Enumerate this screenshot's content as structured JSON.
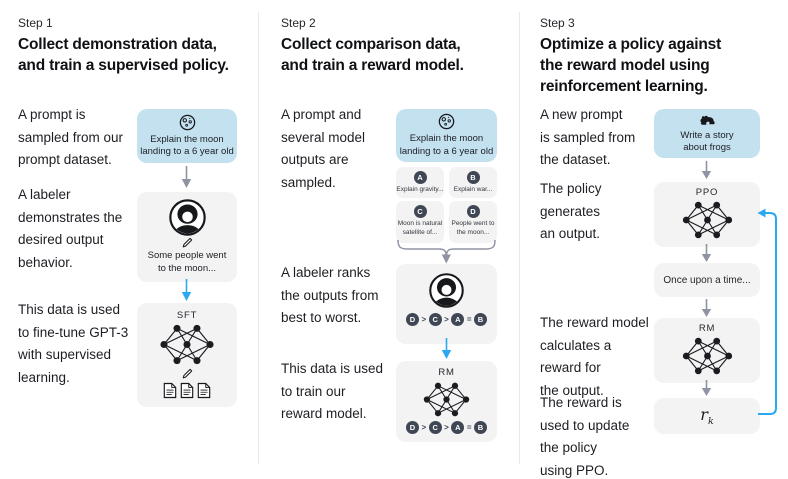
{
  "step1": {
    "label": "Step 1",
    "heading": "Collect demonstration data,\nand train a supervised policy.",
    "p1": "A prompt is\nsampled from our\nprompt dataset.",
    "p2": "A labeler\ndemonstrates the\ndesired output\nbehavior.",
    "p3": "This data is used\nto fine-tune GPT-3\nwith supervised\nlearning.",
    "prompt_box": "Explain the moon\nlanding to a 6 year old",
    "labeler_output": "Some people went\nto the moon...",
    "model_label": "SFT"
  },
  "step2": {
    "label": "Step 2",
    "heading": "Collect comparison data,\nand train a reward model.",
    "p1": "A prompt and\nseveral model\noutputs are\nsampled.",
    "p2": "A labeler ranks\nthe outputs from\nbest to worst.",
    "p3": "This data is used\nto train our\nreward model.",
    "prompt_box": "Explain the moon\nlanding to a 6 year old",
    "outputs": [
      {
        "letter": "A",
        "text": "Explain gravity..."
      },
      {
        "letter": "B",
        "text": "Explain war..."
      },
      {
        "letter": "C",
        "text": "Moon is natural\nsatellite of..."
      },
      {
        "letter": "D",
        "text": "People went to\nthe moon..."
      }
    ],
    "ranking": [
      "D",
      ">",
      "C",
      ">",
      "A",
      "=",
      "B"
    ],
    "model_label": "RM"
  },
  "step3": {
    "label": "Step 3",
    "heading": "Optimize a policy against\nthe reward model using\nreinforcement learning.",
    "p1": "A new prompt\nis sampled from\nthe dataset.",
    "p2": "The policy\ngenerates\nan output.",
    "p3": "The reward model\ncalculates a\nreward for\nthe output.",
    "p4": "The reward is\nused to update\nthe policy\nusing PPO.",
    "prompt_box": "Write a story\nabout frogs",
    "policy_label": "PPO",
    "output_box": "Once upon a time...",
    "rm_label": "RM",
    "reward": {
      "base": "r",
      "sub": "k"
    }
  },
  "icons": {
    "step1_prompt": "moon-icon",
    "step1_labeler": "labeler-avatar-icon",
    "step1_write": "pencil-icon",
    "step1_docs": "documents-icon",
    "models": "neural-network-icon",
    "step3_prompt": "frog-icon"
  },
  "colors": {
    "prompt_box_bg": "#c4e1f0",
    "node_box_bg": "#f3f3f4",
    "arrow_gray": "#9094a2",
    "arrow_blue": "#2aa9f2",
    "rank_chip_bg": "#3f4654",
    "text": "#17181c",
    "divider": "#e8e8ea"
  }
}
